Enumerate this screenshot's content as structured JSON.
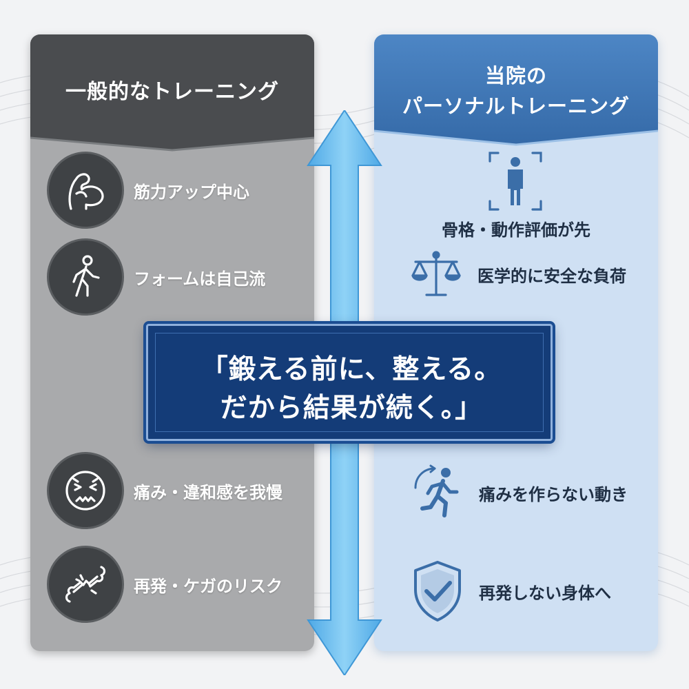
{
  "left_panel": {
    "title": "一般的なトレーニング",
    "items": [
      {
        "label": "筋力アップ中心",
        "icon": "flexed-arm-icon"
      },
      {
        "label": "フォームは自己流",
        "icon": "walking-person-icon"
      },
      {
        "label": "痛み・違和感を我慢",
        "icon": "pained-face-icon"
      },
      {
        "label": "再発・ケガのリスク",
        "icon": "broken-bone-icon"
      }
    ]
  },
  "right_panel": {
    "title_line1": "当院の",
    "title_line2": "パーソナルトレーニング",
    "items": [
      {
        "label": "骨格・動作評価が先",
        "icon": "body-scan-icon"
      },
      {
        "label": "医学的に安全な負荷",
        "icon": "balance-scale-icon"
      },
      {
        "label": "痛みを作らない動き",
        "icon": "running-person-icon"
      },
      {
        "label": "再発しない身体へ",
        "icon": "shield-check-icon"
      }
    ]
  },
  "banner": {
    "line1": "「鍛える前に、整える。",
    "line2": "だから結果が続く。」"
  },
  "colors": {
    "left_panel": "#a9aaac",
    "left_header": "#4a4c4f",
    "right_panel": "#cfe0f3",
    "right_header": "#3f78b8",
    "banner": "#143c78",
    "arrow": "#6fc0ef"
  }
}
